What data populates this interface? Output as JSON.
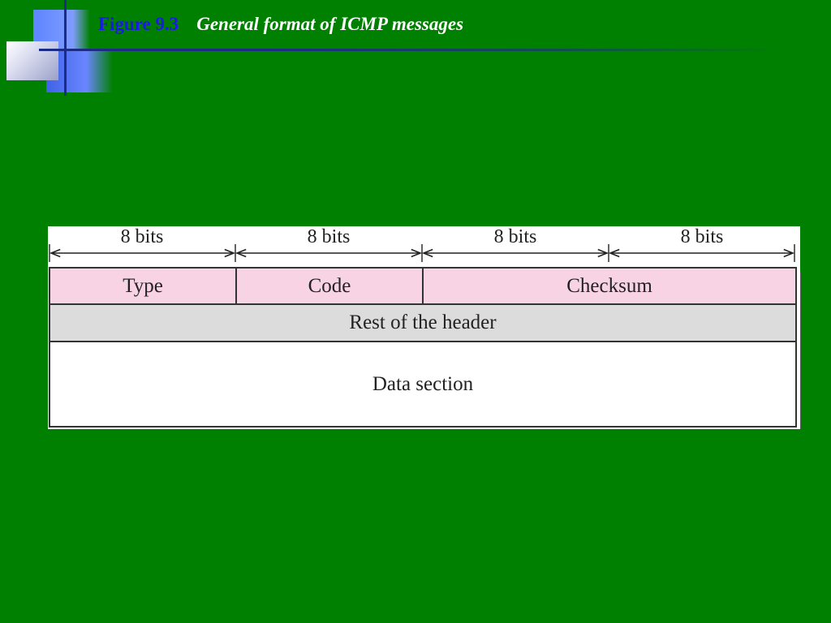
{
  "slide": {
    "figure_label": "Figure 9.3",
    "caption": "General format of ICMP messages"
  },
  "diagram": {
    "bit_labels": [
      "8 bits",
      "8 bits",
      "8 bits",
      "8 bits"
    ],
    "row1": {
      "type": "Type",
      "code": "Code",
      "checksum": "Checksum"
    },
    "row2": "Rest of the header",
    "row3": "Data section",
    "colors": {
      "header_fields": "#f7d3e4",
      "rest_of_header": "#dcdcdc",
      "data": "#ffffff",
      "background": "#008000"
    }
  }
}
